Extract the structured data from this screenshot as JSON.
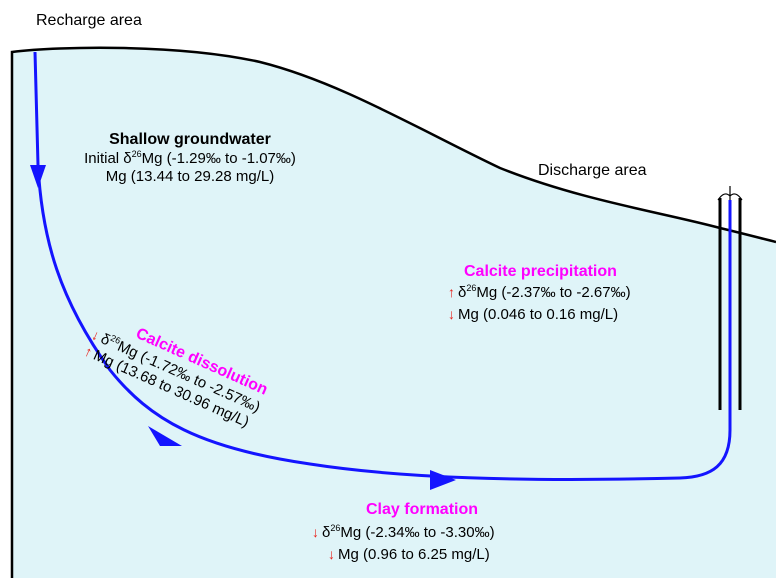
{
  "labels": {
    "recharge_area": "Recharge area",
    "discharge_area": "Discharge area"
  },
  "shallow": {
    "title": "Shallow groundwater",
    "line1_prefix": "Initial δ",
    "line1_sup": "26",
    "line1_suffix": "Mg (-1.29‰ to -1.07‰)",
    "line2": "Mg (13.44 to 29.28 mg/L)"
  },
  "dissolution": {
    "title": "Calcite dissolution",
    "line1_prefix": "δ",
    "line1_sup": "26",
    "line1_suffix": "Mg (-1.72‰ to -2.57‰)",
    "line2": "Mg (13.68 to 30.96 mg/L)",
    "arrow1": "↓",
    "arrow2": "↑"
  },
  "precipitation": {
    "title": "Calcite precipitation",
    "line1_prefix": "δ",
    "line1_sup": "26",
    "line1_suffix": "Mg (-2.37‰ to -2.67‰)",
    "line2": "Mg (0.046 to 0.16 mg/L)",
    "arrow1": "↑",
    "arrow2": "↓"
  },
  "clay": {
    "title": "Clay formation",
    "line1_prefix": "δ",
    "line1_sup": "26",
    "line1_suffix": "Mg (-2.34‰ to -3.30‰)",
    "line2": "Mg (0.96 to 6.25 mg/L)",
    "arrow1": "↓",
    "arrow2": "↓"
  },
  "colors": {
    "water": "#dff4f8",
    "flow": "#1414ff",
    "process": "#ff00ff",
    "arrow": "#e8231b"
  }
}
